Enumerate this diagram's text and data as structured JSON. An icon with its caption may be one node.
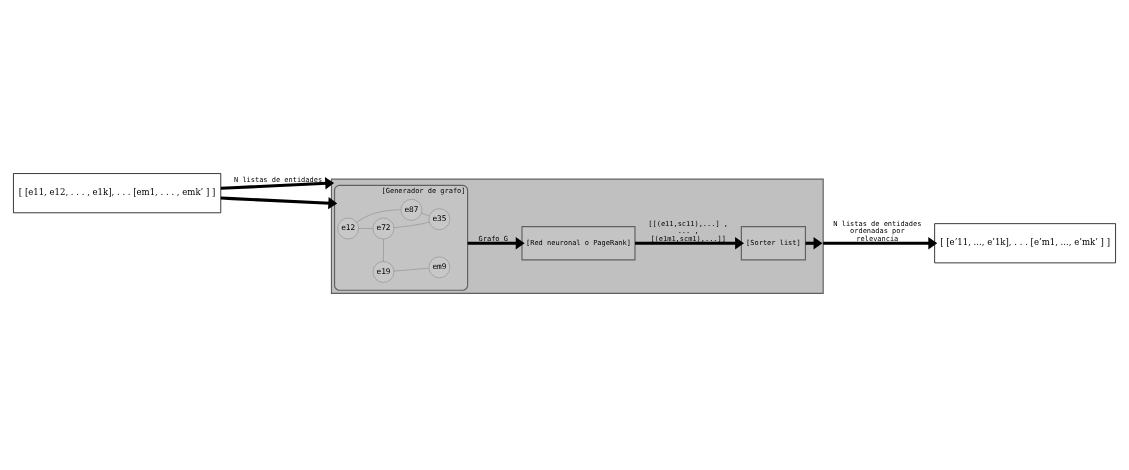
{
  "diagram": {
    "nodes": [
      {
        "text": [
          "[ [e11, e12, . . . , e1k], . . . [em1, . . . , emk’ ] ]"
        ]
      },
      {
        "text": [],
        "shape": "box"
      },
      {
        "text": [
          "[Generador de grafo]"
        ],
        "in": 1
      },
      {
        "text": [
          "e12"
        ],
        "in": 2
      },
      {
        "text": [
          "e72"
        ],
        "in": 2
      },
      {
        "text": [
          "e35"
        ],
        "in": 2
      },
      {
        "text": [
          "e19"
        ],
        "in": 2
      },
      {
        "text": [
          "em9"
        ],
        "in": 2
      },
      {
        "text": [
          "e87"
        ],
        "in": 2
      },
      {
        "text": [
          "[Red neuronal o PageRank]"
        ],
        "in": 1
      },
      {
        "text": [
          "[Sorter list]"
        ],
        "in": 1
      },
      {
        "text": [
          "[ [e’11, ..., e’1k], . . . [e’m1, ..., e’mk’ ] ]"
        ]
      }
    ],
    "edges": [
      {
        "from": 0,
        "to": 1,
        "arrow": "to",
        "label": "N listas de entidades",
        "style": "thick",
        "color": "#000000"
      },
      {
        "from": 0,
        "to": 2,
        "arrow": "to",
        "style": "thick",
        "color": "#000000"
      },
      {
        "from": 3,
        "to": 4,
        "arrow": "none",
        "color": "#707070"
      },
      {
        "from": 3,
        "to": 8,
        "arrow": "none",
        "color": "#707070"
      },
      {
        "from": 4,
        "to": 5,
        "arrow": "none",
        "color": "#707070"
      },
      {
        "from": 4,
        "to": 6,
        "arrow": "none",
        "color": "#707070"
      },
      {
        "from": 6,
        "to": 7,
        "arrow": "none",
        "color": "#707070"
      },
      {
        "from": 5,
        "to": 8,
        "arrow": "none",
        "color": "#707070"
      },
      {
        "from": 2,
        "to": 9,
        "arrow": "to",
        "label": "Grafo G",
        "style": "thick",
        "color": "#000000"
      },
      {
        "from": 9,
        "to": 10,
        "arrow": "to",
        "label": "[[(e11,sc11),...] , ... , [(e1m1,scm1),...]]",
        "style": "thick",
        "color": "#000000"
      },
      {
        "from": 10,
        "to": 1,
        "arrow": "to",
        "style": "thick",
        "color": "#000000"
      },
      {
        "from": 1,
        "to": 11,
        "arrow": "to",
        "label": "N listas de entidades ordenadas por relevancia",
        "style": "thick",
        "color": "#000000"
      }
    ]
  }
}
